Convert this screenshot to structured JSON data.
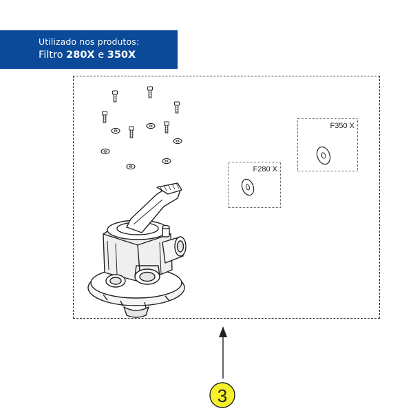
{
  "banner": {
    "line1": "Utilizado nos produtos:",
    "prefix": "Filtro ",
    "model_a": "280X",
    "conjunction": " e ",
    "model_b": "350X"
  },
  "parts": {
    "f280_label": "F280 X",
    "f350_label": "F350 X"
  },
  "callout": {
    "number": "3",
    "badge_color": "#f5f02a"
  },
  "colors": {
    "banner_bg": "#0a4a99",
    "line": "#222222"
  }
}
